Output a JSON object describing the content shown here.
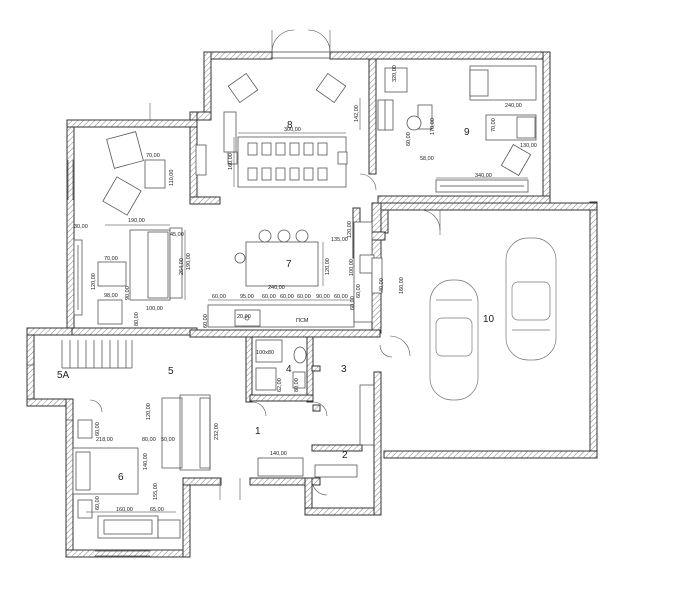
{
  "rooms": {
    "r1": "1",
    "r2": "2",
    "r3": "3",
    "r4": "4",
    "r5": "5",
    "r5a": "5A",
    "r6": "6",
    "r7": "7",
    "r8": "8",
    "r9": "9",
    "r10": "10"
  },
  "dims": {
    "d300": "300,00",
    "d160_8": "160,00",
    "d142": "142,00",
    "d70_lv": "70,00",
    "d110_lv": "110,00",
    "d190": "190,00",
    "d45": "45,00",
    "d264": "264,00",
    "d190b": "190,00",
    "d70_sofa": "70,00",
    "d120_sofa": "120,00",
    "d98": "98,00",
    "d90_sofa": "90,00",
    "d100_sofa": "100,00",
    "d80_sofa": "80,00",
    "d30": "30,00",
    "d135": "135,00",
    "d120_k": "120,00",
    "d240_k": "240,00",
    "d120_k2": "120,00",
    "d60a": "60,00",
    "d95": "95,00",
    "d60b": "60,00",
    "d60c": "60,00",
    "d60d": "60,00",
    "d60e": "60,00",
    "d90": "90,00",
    "d60f": "60,00",
    "d60g": "60,00",
    "d20": "20,00",
    "d60_k": "60,00",
    "d100_k": "100,00",
    "d160_k": "160,00",
    "d40": "40,00",
    "d60_k2": "60,00",
    "d320": "320,00",
    "d170": "170,00",
    "d60_9": "60,00",
    "d58": "58,00",
    "d240_9": "240,00",
    "d70_9": "70,00",
    "d130": "130,00",
    "d340": "340,00",
    "d100x80": "100x80",
    "d80_4": "80,00",
    "d62": "62,00",
    "d140": "140,00",
    "d120_6": "120,00",
    "d232": "232,00",
    "d60_6": "60,00",
    "d218": "218,00",
    "d80_6": "80,00",
    "d50": "50,00",
    "d140_6": "140,00",
    "d155": "155,00",
    "d160_6": "160,00",
    "d65": "65,00",
    "d60_6b": "60,00"
  },
  "appliance": {
    "label": "ПСМ"
  },
  "icons": [
    "door-swing",
    "armchair",
    "sofa",
    "car",
    "bed",
    "toilet",
    "sink",
    "stove"
  ],
  "colors": {
    "wall": "#ffffff",
    "line": "#333333",
    "background": "#ffffff"
  }
}
